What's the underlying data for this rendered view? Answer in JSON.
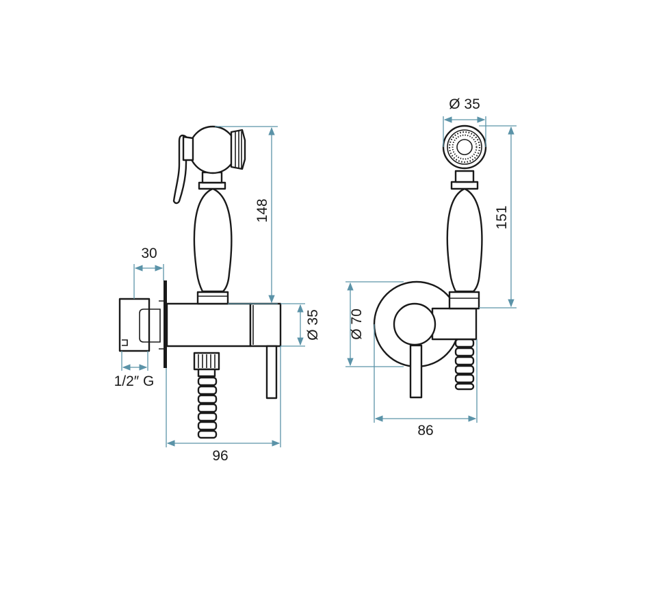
{
  "dimensions": {
    "left_width_total": "96",
    "left_height_handshower": "148",
    "left_depth_connector": "30",
    "left_body_diameter": "Ø 35",
    "left_thread": "1/2″ G",
    "right_head_diameter": "Ø 35",
    "right_height_handshower": "151",
    "right_plate_diameter": "Ø 70",
    "right_width": "86"
  },
  "colors": {
    "outline": "#1a1a1a",
    "dimension_line": "#5b93a8",
    "background": "#ffffff"
  }
}
